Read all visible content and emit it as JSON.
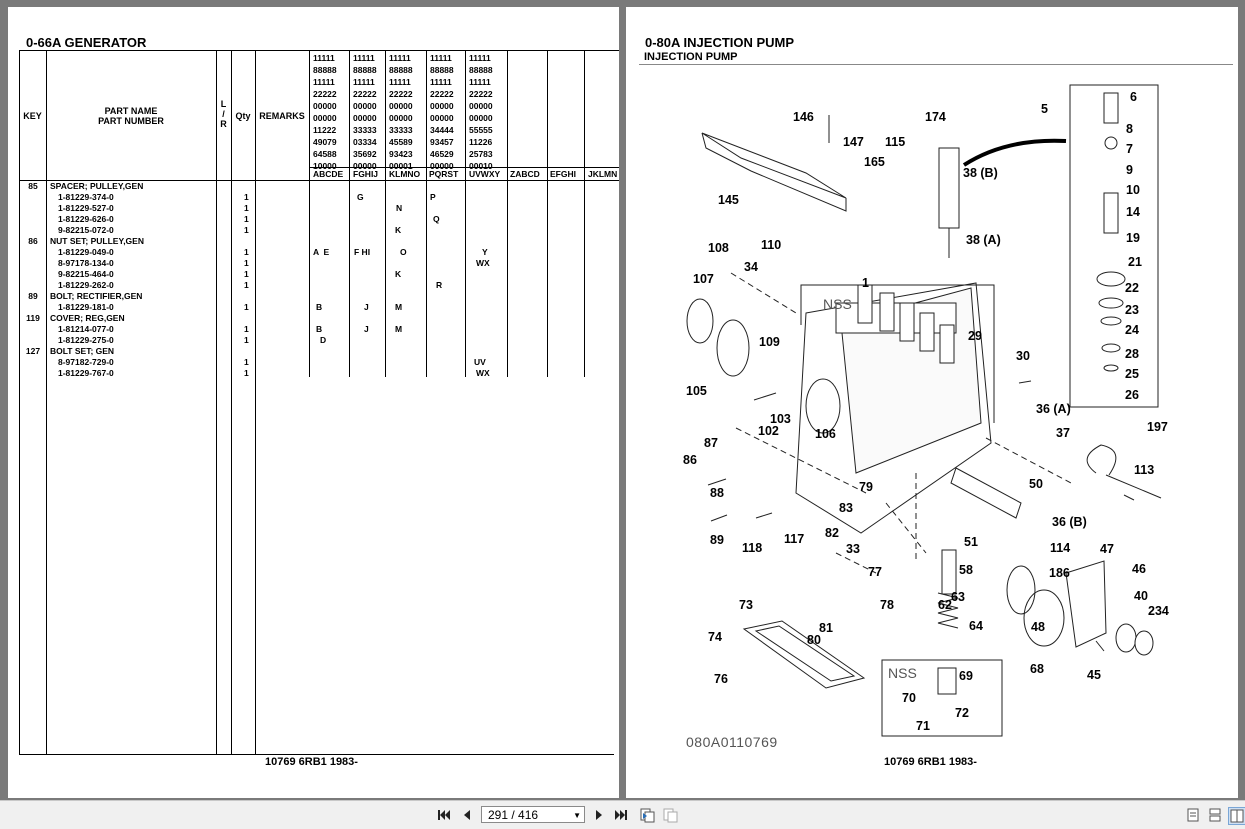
{
  "left_page": {
    "title": "0-66A  GENERATOR",
    "headers": {
      "key": "KEY",
      "part_name": "PART NAME",
      "part_number": "PART NUMBER",
      "lr": "L\n/\nR",
      "qty": "Qty",
      "remarks": "REMARKS"
    },
    "code_columns": [
      {
        "digits": "11111\n88888\n11111\n22222\n00000\n00000\n11222\n49079\n64588\n10000",
        "label": "ABCDE"
      },
      {
        "digits": "11111\n88888\n11111\n22222\n00000\n00000\n33333\n03334\n35692\n00000",
        "label": "FGHIJ"
      },
      {
        "digits": "11111\n88888\n11111\n22222\n00000\n00000\n33333\n45589\n93423\n00001",
        "label": "KLMNO"
      },
      {
        "digits": "11111\n88888\n11111\n22222\n00000\n00000\n34444\n93457\n46529\n00000",
        "label": "PQRST"
      },
      {
        "digits": "11111\n88888\n11111\n22222\n00000\n00000\n55555\n11226\n25783\n00010",
        "label": "UVWXY"
      },
      {
        "digits": "",
        "label": "ZABCD"
      },
      {
        "digits": "",
        "label": "EFGHI"
      },
      {
        "digits": "",
        "label": "JKLMN"
      }
    ],
    "rows": [
      {
        "key": "85",
        "name": "SPACER; PULLEY,GEN",
        "qty": "",
        "c1": "",
        "c2": "",
        "c3": "",
        "c4": "",
        "c5": ""
      },
      {
        "key": "",
        "name": "1-81229-374-0",
        "qty": "1",
        "c1": "",
        "c2": "G",
        "c3": "",
        "c4": "P",
        "c5": ""
      },
      {
        "key": "",
        "name": "1-81229-527-0",
        "qty": "1",
        "c1": "",
        "c2": "",
        "c3": "N",
        "c4": "",
        "c5": ""
      },
      {
        "key": "",
        "name": "1-81229-626-0",
        "qty": "1",
        "c1": "",
        "c2": "",
        "c3": "",
        "c4": "Q",
        "c5": ""
      },
      {
        "key": "",
        "name": "9-82215-072-0",
        "qty": "1",
        "c1": "",
        "c2": "",
        "c3": "K",
        "c4": "",
        "c5": ""
      },
      {
        "key": "86",
        "name": "NUT SET; PULLEY,GEN",
        "qty": "",
        "c1": "",
        "c2": "",
        "c3": "",
        "c4": "",
        "c5": ""
      },
      {
        "key": "",
        "name": "1-81229-049-0",
        "qty": "1",
        "c1": "A  E",
        "c2": "F HI",
        "c3": "O",
        "c4": "",
        "c5": "Y"
      },
      {
        "key": "",
        "name": "8-97178-134-0",
        "qty": "1",
        "c1": "",
        "c2": "",
        "c3": "",
        "c4": "",
        "c5": "WX"
      },
      {
        "key": "",
        "name": "9-82215-464-0",
        "qty": "1",
        "c1": "",
        "c2": "",
        "c3": "K",
        "c4": "",
        "c5": ""
      },
      {
        "key": "",
        "name": "1-81229-262-0",
        "qty": "1",
        "c1": "",
        "c2": "",
        "c3": "",
        "c4": "R",
        "c5": ""
      },
      {
        "key": "89",
        "name": "BOLT; RECTIFIER,GEN",
        "qty": "",
        "c1": "",
        "c2": "",
        "c3": "",
        "c4": "",
        "c5": ""
      },
      {
        "key": "",
        "name": "1-81229-181-0",
        "qty": "1",
        "c1": "B",
        "c2": "J",
        "c3": "M",
        "c4": "",
        "c5": ""
      },
      {
        "key": "119",
        "name": "COVER; REG,GEN",
        "qty": "",
        "c1": "",
        "c2": "",
        "c3": "",
        "c4": "",
        "c5": ""
      },
      {
        "key": "",
        "name": "1-81214-077-0",
        "qty": "1",
        "c1": "B",
        "c2": "J",
        "c3": "M",
        "c4": "",
        "c5": ""
      },
      {
        "key": "",
        "name": "1-81229-275-0",
        "qty": "1",
        "c1": "D",
        "c2": "",
        "c3": "",
        "c4": "",
        "c5": ""
      },
      {
        "key": "127",
        "name": "BOLT SET; GEN",
        "qty": "",
        "c1": "",
        "c2": "",
        "c3": "",
        "c4": "",
        "c5": ""
      },
      {
        "key": "",
        "name": "8-97182-729-0",
        "qty": "1",
        "c1": "",
        "c2": "",
        "c3": "",
        "c4": "",
        "c5": "UV"
      },
      {
        "key": "",
        "name": "1-81229-767-0",
        "qty": "1",
        "c1": "",
        "c2": "",
        "c3": "",
        "c4": "",
        "c5": "WX"
      }
    ],
    "footer": "10769 6RB1 1983-"
  },
  "right_page": {
    "title": "0-80A  INJECTION PUMP",
    "subtitle": "INJECTION PUMP",
    "diagram_id": "080A0110769",
    "nss_label": "NSS",
    "callouts": [
      "1",
      "5",
      "6",
      "8",
      "7",
      "9",
      "10",
      "14",
      "19",
      "21",
      "22",
      "23",
      "24",
      "28",
      "25",
      "26",
      "29",
      "30",
      "33",
      "34",
      "36 (A)",
      "36 (B)",
      "37",
      "38 (A)",
      "38 (B)",
      "40",
      "45",
      "46",
      "47",
      "48",
      "50",
      "51",
      "58",
      "62",
      "63",
      "64",
      "68",
      "69",
      "70",
      "71",
      "72",
      "73",
      "74",
      "76",
      "77",
      "78",
      "79",
      "80",
      "81",
      "82",
      "83",
      "86",
      "87",
      "88",
      "89",
      "102",
      "103",
      "105",
      "106",
      "107",
      "108",
      "109",
      "110",
      "113",
      "114",
      "115",
      "117",
      "118",
      "145",
      "146",
      "147",
      "165",
      "174",
      "186",
      "197",
      "234"
    ],
    "footer": "10769 6RB1 1983-"
  },
  "toolbar": {
    "page_indicator": "291 / 416"
  }
}
